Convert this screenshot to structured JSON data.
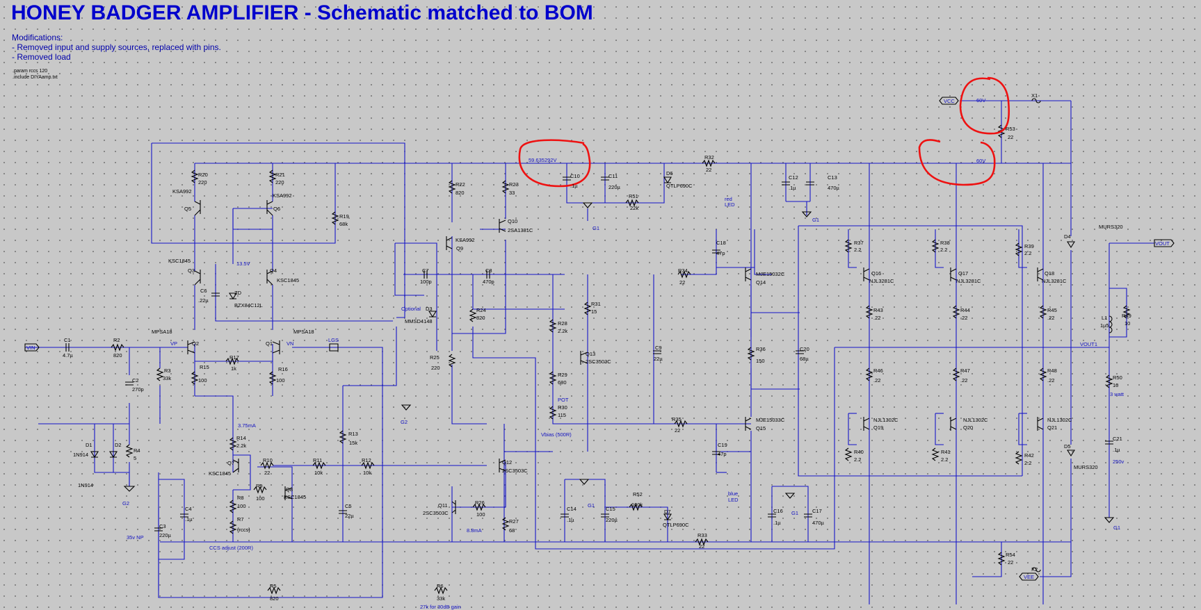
{
  "header": {
    "title": "HONEY BADGER AMPLIFIER - Schematic matched to BOM",
    "modifications": [
      "Modifications:",
      "- Removed input and supply sources, replaced with pins.",
      "- Removed load"
    ],
    "directives": [
      ".param rccs 120",
      ".include DIYAamp.txt"
    ]
  },
  "colors": {
    "background": "#c8c8c8",
    "wire": "#1515c8",
    "component": "#000000",
    "annotation": "#ee1111",
    "title": "#0000cc"
  },
  "ports": {
    "vin": "VIN",
    "vcc": "VCC",
    "vee": "VEE",
    "vout": "VOUT"
  },
  "nets": {
    "vcc_rail": "60V",
    "vcc_rail2": "60V",
    "reg_voltage": "59.635292V",
    "q3_q4_voltage": "13.5V",
    "ccs_current": "3.75mA",
    "q11_current": "8.8mA",
    "vp": "VP",
    "vn": "VN",
    "lgs": "LGS",
    "vout1": "VOUT1",
    "g1a": "G1",
    "g1b": "G1",
    "g1c": "G1",
    "g1d": "G1",
    "g1e": "G1",
    "g2a": "G2",
    "g2b": "G2"
  },
  "notes": {
    "optional": "Optional",
    "red_led": "red LED",
    "blue_led": "blue LED",
    "pot": "POT",
    "vbias": "Vbias (500R)",
    "ccs_adjust": "CCS adjust (200R)",
    "gain": "27k for 30dB gain",
    "c3_note": "35v NP",
    "r50_note": "3 watt",
    "c21_note": "250v",
    "d1_part": "1N914"
  },
  "components": {
    "C1": "4.7µ",
    "R2": "820",
    "C2": "270p",
    "R3": "33k",
    "R4": "5",
    "D1": "1N914",
    "D2": "",
    "C3": "220µ",
    "C4": ".1µ",
    "R20": "220",
    "R21": "220",
    "Q5": "KSA992",
    "Q6": "KSA992",
    "R19": "68k",
    "Q3": "KSC1845",
    "Q4": "KSC1845",
    "C6": ".22µ",
    "ZD": "BZX84C12L",
    "Q2": "MPSA18",
    "Q1": "MPSA18",
    "R15": "100",
    "R16": "100",
    "R17": "1k",
    "R14": "2.2k",
    "Q7": "KSC1845",
    "R10": "22",
    "R9": "100",
    "Q8": "KSC1845",
    "R8": "100",
    "R7": "{rccs}",
    "R11": "10k",
    "R12": "10k",
    "R13": "15k",
    "C5": "22µ",
    "R22": "820",
    "R23": "33",
    "Q9": "KSA992",
    "Q10": "2SA1381C",
    "C7": "100p",
    "C8": "470p",
    "D3": "MMSD4148",
    "R24": "820",
    "R25": "220",
    "Q12": "2SC3503C",
    "Q11": "2SC3503C",
    "R26": "100",
    "R27": "68",
    "C10": ".1µ",
    "C11": "220µ",
    "D6": "QTLP690C",
    "R51": "22k",
    "R32": "22",
    "C12": ".1µ",
    "C13": "470µ",
    "R28": "2.2k",
    "R29": "680",
    "R30": "115",
    "Q13": "2SC3503C",
    "R31": "15",
    "C9": "22µ",
    "C18": "47p",
    "R34": "22",
    "Q14": "MJE15032C",
    "R36": "150",
    "C20": "68µ",
    "R35": "22",
    "Q15": "MJE15033C",
    "C19": "47p",
    "C14": ".1µ",
    "C15": "220µ",
    "R52": "100k",
    "D7": "QTLP690C",
    "R33": "22",
    "C16": ".1µ",
    "C17": "470µ",
    "R37": "2.2",
    "R38": "2.2",
    "R39": "2.2",
    "Q16": "NJL3281C",
    "Q17": "NJL3281C",
    "Q18": "NJL3281C",
    "R43": ".22",
    "R44": ".22",
    "R45": ".22",
    "R46": ".22",
    "R47": ".22",
    "R48": ".22",
    "Q19": "NJL1302C",
    "Q20": "NJL1302C",
    "Q21": "NJL1302C",
    "R40": "2.2",
    "R41": "2.2",
    "R42": "2.2",
    "D4": "MURS320",
    "D5": "MURS320",
    "L1": "1µ5",
    "R49": "10",
    "R50": "10",
    "C21": ".1µ",
    "R53": "22",
    "R54": "22",
    "X1": "",
    "X2": "",
    "R5": "820",
    "R6": "33k"
  }
}
